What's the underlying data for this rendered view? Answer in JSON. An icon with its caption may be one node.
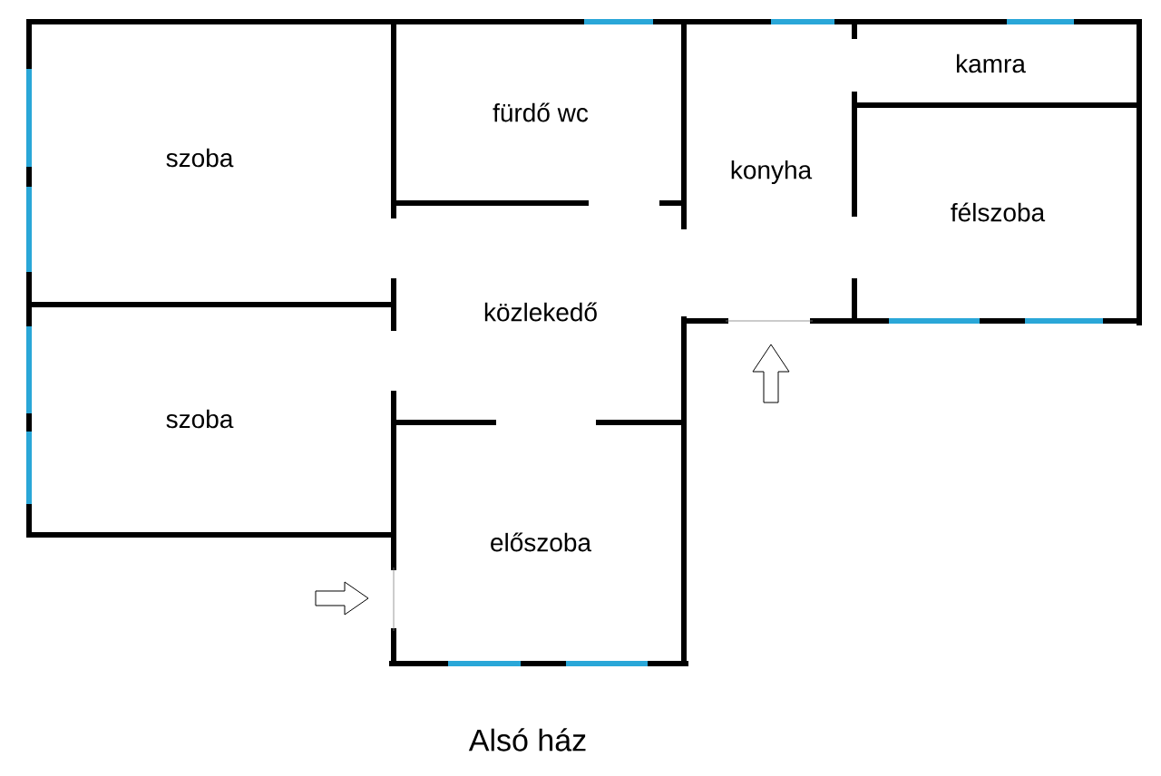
{
  "diagram": {
    "caption": "Alsó ház",
    "labels": [
      "szoba",
      "fürdő  wc",
      "konyha",
      "kamra",
      "félszoba",
      "közlekedő",
      "szoba",
      "előszoba"
    ]
  }
}
